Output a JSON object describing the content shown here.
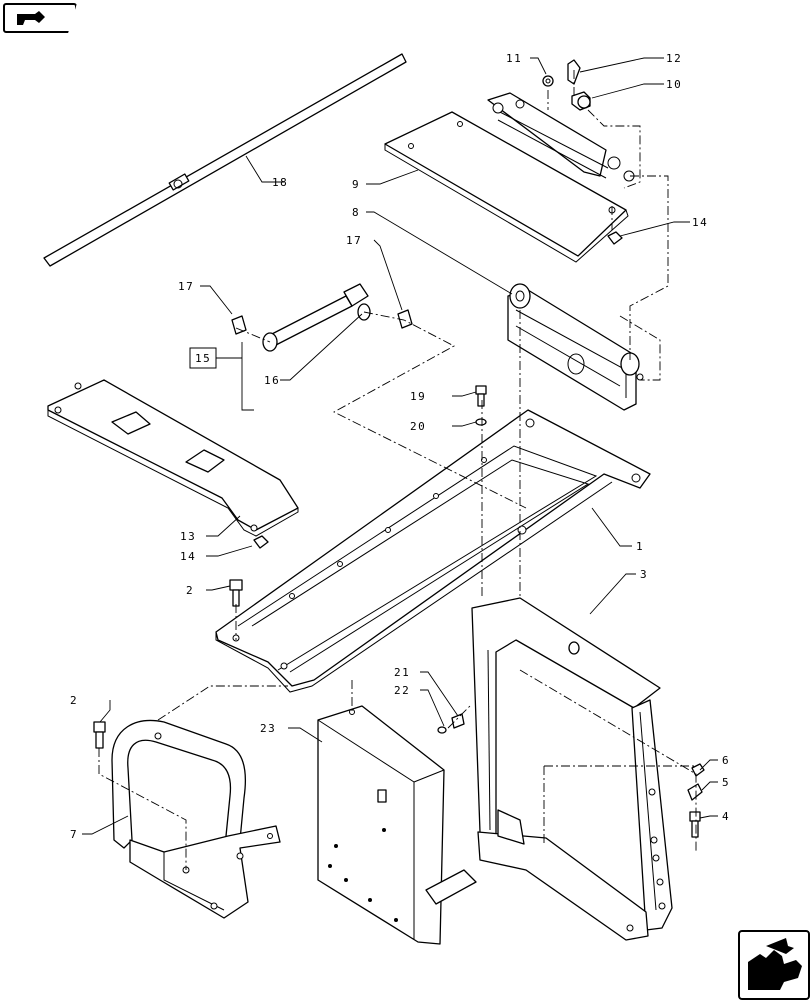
{
  "nav": {
    "prev_icon": "hand-pointer-icon",
    "next_icon": "hand-pointer-icon"
  },
  "callouts": [
    {
      "id": "c1",
      "text": "1"
    },
    {
      "id": "c2a",
      "text": "2"
    },
    {
      "id": "c2b",
      "text": "2"
    },
    {
      "id": "c3",
      "text": "3"
    },
    {
      "id": "c4",
      "text": "4"
    },
    {
      "id": "c5",
      "text": "5"
    },
    {
      "id": "c6",
      "text": "6"
    },
    {
      "id": "c7",
      "text": "7"
    },
    {
      "id": "c8",
      "text": "8"
    },
    {
      "id": "c9",
      "text": "9"
    },
    {
      "id": "c10",
      "text": "10"
    },
    {
      "id": "c11",
      "text": "11"
    },
    {
      "id": "c12",
      "text": "12"
    },
    {
      "id": "c13",
      "text": "13"
    },
    {
      "id": "c14a",
      "text": "14"
    },
    {
      "id": "c14b",
      "text": "14"
    },
    {
      "id": "c15",
      "text": "15"
    },
    {
      "id": "c16",
      "text": "16"
    },
    {
      "id": "c17a",
      "text": "17"
    },
    {
      "id": "c17b",
      "text": "17"
    },
    {
      "id": "c18",
      "text": "18"
    },
    {
      "id": "c19",
      "text": "19"
    },
    {
      "id": "c20",
      "text": "20"
    },
    {
      "id": "c21",
      "text": "21"
    },
    {
      "id": "c22",
      "text": "22"
    },
    {
      "id": "c23",
      "text": "23"
    }
  ]
}
